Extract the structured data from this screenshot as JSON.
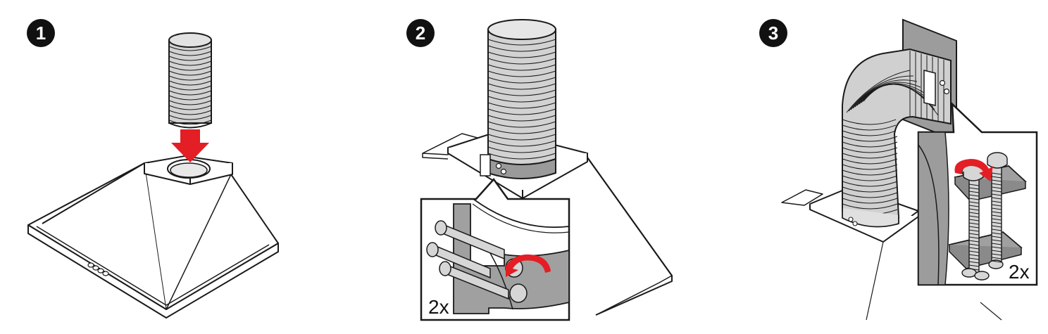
{
  "steps": [
    {
      "number": "1"
    },
    {
      "number": "2",
      "detail_label": "2x"
    },
    {
      "number": "3",
      "detail_label": "2x"
    }
  ],
  "colors": {
    "outline": "#1a1a1a",
    "duct_fill": "#d2d2d2",
    "detail_fill": "#a0a0a0",
    "arrow_red": "#e31e24",
    "background": "#ffffff"
  },
  "icons": [
    "down-arrow-icon",
    "rotate-arrow-icon"
  ]
}
